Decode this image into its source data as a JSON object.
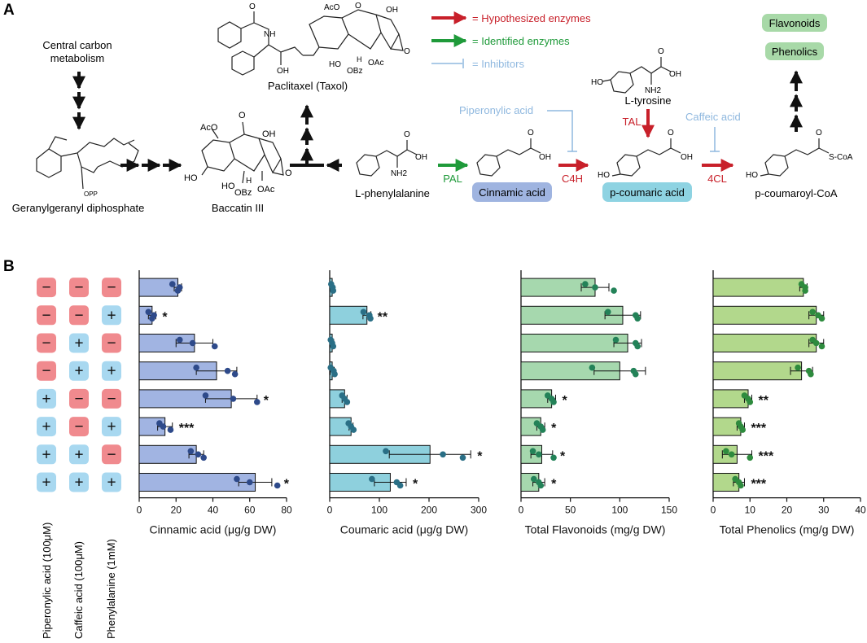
{
  "panel_a": {
    "label": "A",
    "legend": [
      {
        "text": "= Hypothesized enzymes",
        "color": "#c8202a"
      },
      {
        "text": "= Identified enzymes",
        "color": "#1f9a3a"
      },
      {
        "text": "= Inhibitors",
        "color": "#8fb8df"
      }
    ],
    "central_carbon": [
      "Central carbon",
      "metabolism"
    ],
    "compounds": {
      "ggpp": "Geranylgeranyl diphosphate",
      "baccatin": "Baccatin III",
      "paclitaxel": "Paclitaxel (Taxol)",
      "phenylalanine": "L-phenylalanine",
      "cinnamic": "Cinnamic acid",
      "coumaric": "p-coumaric acid",
      "tyrosine": "L-tyrosine",
      "coumaroyl": "p-coumaroyl-CoA",
      "flavonoids": "Flavonoids",
      "phenolics": "Phenolics"
    },
    "enzymes": {
      "pal": "PAL",
      "c4h": "C4H",
      "tal": "TAL",
      "fourcl": "4CL"
    },
    "inhibitors": {
      "piperonylic": "Piperonylic acid",
      "caffeic": "Caffeic acid"
    },
    "atoms": {
      "oh": "OH",
      "nh2": "NH2",
      "ho": "HO",
      "aco": "AcO",
      "obz": "OBz",
      "oac": "OAc",
      "h": "H",
      "o": "O",
      "nh": "NH",
      "opp": "OPP",
      "scoa": "S-CoA"
    },
    "colors": {
      "cinnamic_box": "#9fb4e0",
      "coumaric_box": "#8ed3e2",
      "product_box": "#a8d9a8"
    }
  },
  "panel_b": {
    "label": "B",
    "treatment_labels": [
      "Piperonylic acid (100μM)",
      "Caffeic acid (100μM)",
      "Phenylalanine (1mM)"
    ],
    "treatments": [
      [
        "-",
        "-",
        "-"
      ],
      [
        "-",
        "-",
        "+"
      ],
      [
        "-",
        "+",
        "-"
      ],
      [
        "-",
        "+",
        "+"
      ],
      [
        "+",
        "-",
        "-"
      ],
      [
        "+",
        "-",
        "+"
      ],
      [
        "+",
        "+",
        "-"
      ],
      [
        "+",
        "+",
        "+"
      ]
    ],
    "sign_colors": {
      "minus": "#f08a8e",
      "plus": "#a8d8f0"
    }
  },
  "chart_data": [
    {
      "type": "bar",
      "orientation": "horizontal",
      "xlabel": "Cinnamic acid (μg/g DW)",
      "xlim": [
        0,
        80
      ],
      "ticks": [
        "0",
        "20",
        "40",
        "60",
        "80"
      ],
      "values": [
        21,
        7,
        30,
        42,
        50,
        14,
        31,
        63
      ],
      "errors": [
        2,
        2,
        10,
        11,
        14,
        4,
        4,
        9
      ],
      "points": [
        [
          18,
          22,
          21
        ],
        [
          5,
          8,
          7
        ],
        [
          22,
          29,
          41
        ],
        [
          31,
          48,
          52
        ],
        [
          36,
          51,
          64
        ],
        [
          11,
          13,
          17
        ],
        [
          28,
          32,
          35
        ],
        [
          53,
          60,
          75
        ]
      ],
      "significance": [
        "",
        "*",
        "",
        "",
        "*",
        "***",
        "",
        "*"
      ],
      "bar_color": "#a1b4e2",
      "point_color": "#2e4a8a"
    },
    {
      "type": "bar",
      "orientation": "horizontal",
      "xlabel": "Coumaric acid (μg/g DW)",
      "xlim": [
        0,
        300
      ],
      "ticks": [
        "0",
        "100",
        "200",
        "300"
      ],
      "values": [
        5,
        75,
        5,
        5,
        30,
        43,
        202,
        122
      ],
      "errors": [
        2,
        8,
        3,
        4,
        5,
        4,
        82,
        32
      ],
      "points": [
        [
          3,
          6,
          7
        ],
        [
          68,
          80,
          82
        ],
        [
          2,
          5,
          7
        ],
        [
          2,
          8,
          10
        ],
        [
          25,
          30,
          35
        ],
        [
          38,
          43,
          48
        ],
        [
          113,
          228,
          268
        ],
        [
          85,
          135,
          142
        ]
      ],
      "significance": [
        "",
        "**",
        "",
        "",
        "",
        "",
        "*",
        "*"
      ],
      "bar_color": "#8ed0dd",
      "point_color": "#2a6f86"
    },
    {
      "type": "bar",
      "orientation": "horizontal",
      "xlabel": "Total Flavonoids (mg/g DW)",
      "xlim": [
        0,
        150
      ],
      "ticks": [
        "0",
        "50",
        "100",
        "150"
      ],
      "values": [
        75,
        103,
        108,
        100,
        31,
        20,
        21,
        18
      ],
      "errors": [
        14,
        18,
        14,
        26,
        4,
        4,
        11,
        6
      ],
      "points": [
        [
          65,
          75,
          94
        ],
        [
          88,
          116,
          118
        ],
        [
          96,
          116,
          118
        ],
        [
          72,
          114,
          116
        ],
        [
          27,
          31,
          33
        ],
        [
          16,
          20,
          22
        ],
        [
          12,
          18,
          33
        ],
        [
          13,
          18,
          20
        ]
      ],
      "significance": [
        "",
        "",
        "",
        "",
        "*",
        "*",
        "*",
        "*"
      ],
      "bar_color": "#a6d8ae",
      "point_color": "#238258"
    },
    {
      "type": "bar",
      "orientation": "horizontal",
      "xlabel": "Total Phenolics (mg/g DW)",
      "xlim": [
        0,
        40
      ],
      "ticks": [
        "0",
        "10",
        "20",
        "30",
        "40"
      ],
      "values": [
        24.5,
        28,
        28,
        24,
        9.5,
        7.5,
        6.5,
        7
      ],
      "errors": [
        1,
        2,
        2,
        3,
        1,
        1,
        4,
        1.5
      ],
      "points": [
        [
          24,
          25,
          25
        ],
        [
          27,
          28.5,
          29.5
        ],
        [
          27,
          28,
          29.5
        ],
        [
          23,
          26,
          26.5
        ],
        [
          8.5,
          9.5,
          10
        ],
        [
          7,
          7.5,
          8
        ],
        [
          3.5,
          5,
          10
        ],
        [
          6,
          7,
          7.5
        ]
      ],
      "significance": [
        "",
        "",
        "",
        "",
        "**",
        "***",
        "***",
        "***"
      ],
      "bar_color": "#b2d88c",
      "point_color": "#2e8b3e"
    }
  ]
}
